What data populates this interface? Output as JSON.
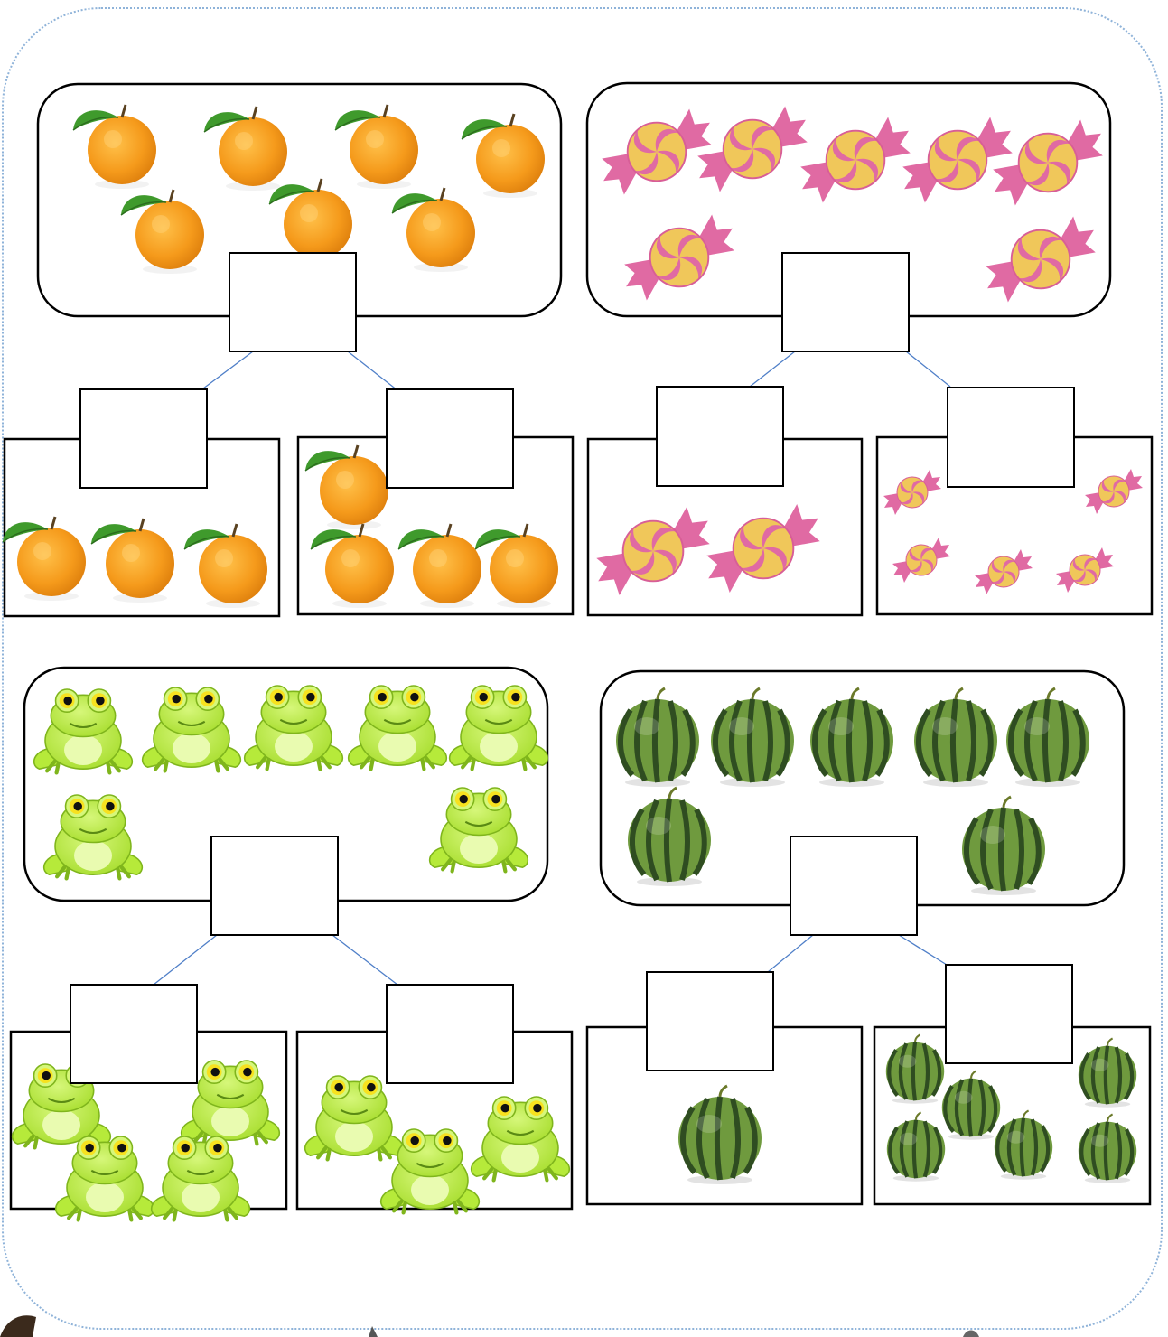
{
  "worksheet": {
    "problems": [
      {
        "item": "orange",
        "icon": "orange-icon",
        "total": 7,
        "left_part": 3,
        "right_part": 4
      },
      {
        "item": "candy",
        "icon": "candy-icon",
        "total": 7,
        "left_part": 2,
        "right_part": 5
      },
      {
        "item": "frog",
        "icon": "frog-icon",
        "total": 7,
        "left_part": 4,
        "right_part": 3
      },
      {
        "item": "watermelon",
        "icon": "watermelon-icon",
        "total": 7,
        "left_part": 1,
        "right_part": 6
      }
    ],
    "answer_boxes_value": "",
    "colors": {
      "frame_dots": "#8fb3d9",
      "connector": "#4f7fc8",
      "orange": "#f59a1b",
      "leaf": "#3f9a2c",
      "candy_pink": "#e06aa3",
      "candy_yellow": "#f0c75a",
      "frog": "#b6ea3a",
      "melon_dark": "#2f4d21",
      "melon_light": "#6f9a3e"
    }
  }
}
